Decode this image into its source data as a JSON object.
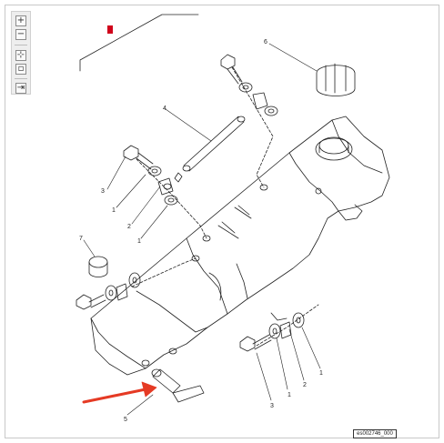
{
  "toolbar": {
    "zoom_in": {
      "icon": "zoom-in-icon",
      "glyph": "+"
    },
    "zoom_out": {
      "icon": "zoom-out-icon",
      "glyph": "−"
    },
    "fit": {
      "icon": "fit-page-icon",
      "glyph": "⊹"
    },
    "actual": {
      "icon": "actual-size-icon",
      "glyph": "▫"
    },
    "export": {
      "icon": "export-icon",
      "glyph": "⇥"
    }
  },
  "callouts": {
    "c1a": "1",
    "c1b": "1",
    "c1c": "1",
    "c1d": "1",
    "c2a": "2",
    "c2b": "2",
    "c3a": "3",
    "c3b": "3",
    "c4": "4",
    "c5": "5",
    "c6": "6",
    "c7": "7"
  },
  "reference": "es002746_000",
  "colors": {
    "line": "#222222",
    "marker": "#d0021b",
    "arrow": "#e53a24"
  }
}
